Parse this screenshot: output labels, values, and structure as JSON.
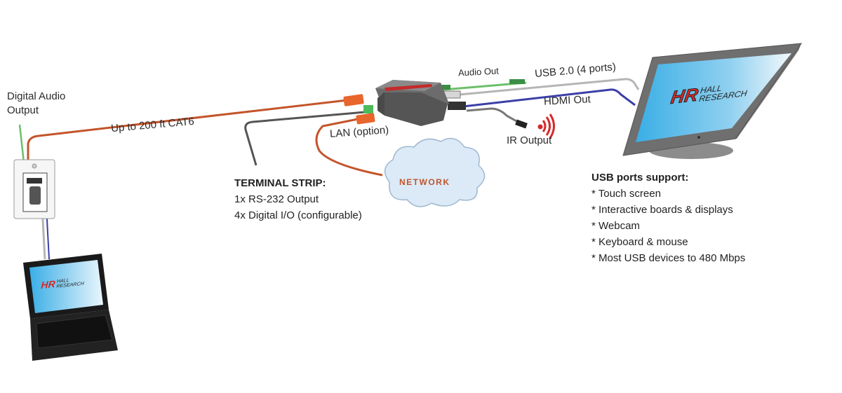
{
  "labels": {
    "digital_audio_output": [
      "Digital Audio",
      "Output"
    ],
    "cat6_cable": "Up to 200 ft CAT6",
    "audio_out": "Audio Out",
    "usb": "USB 2.0 (4 ports)",
    "hdmi_out": "HDMI Out",
    "ir_output": "IR Output",
    "lan": "LAN (option)",
    "network": "NETWORK"
  },
  "terminal_strip": {
    "title": "TERMINAL STRIP:",
    "items": [
      "1x RS-232 Output",
      "4x Digital I/O (configurable)"
    ]
  },
  "usb_support": {
    "title": "USB ports support:",
    "items": [
      "* Touch screen",
      "* Interactive boards & displays",
      "* Webcam",
      "* Keyboard & mouse",
      "* Most USB devices to 480 Mbps"
    ]
  },
  "brand": {
    "logo": "HR",
    "line1": "HALL",
    "line2": "RESEARCH"
  },
  "colors": {
    "cat6": "#c4542a",
    "audio": "#6cbf6a",
    "usb": "#b5b5b5",
    "hdmi": "#3b3fa8",
    "terminal": "#555555",
    "ir": "#d42a2a",
    "screen": "#4bb4e6",
    "cloud": "#dceaf7"
  }
}
